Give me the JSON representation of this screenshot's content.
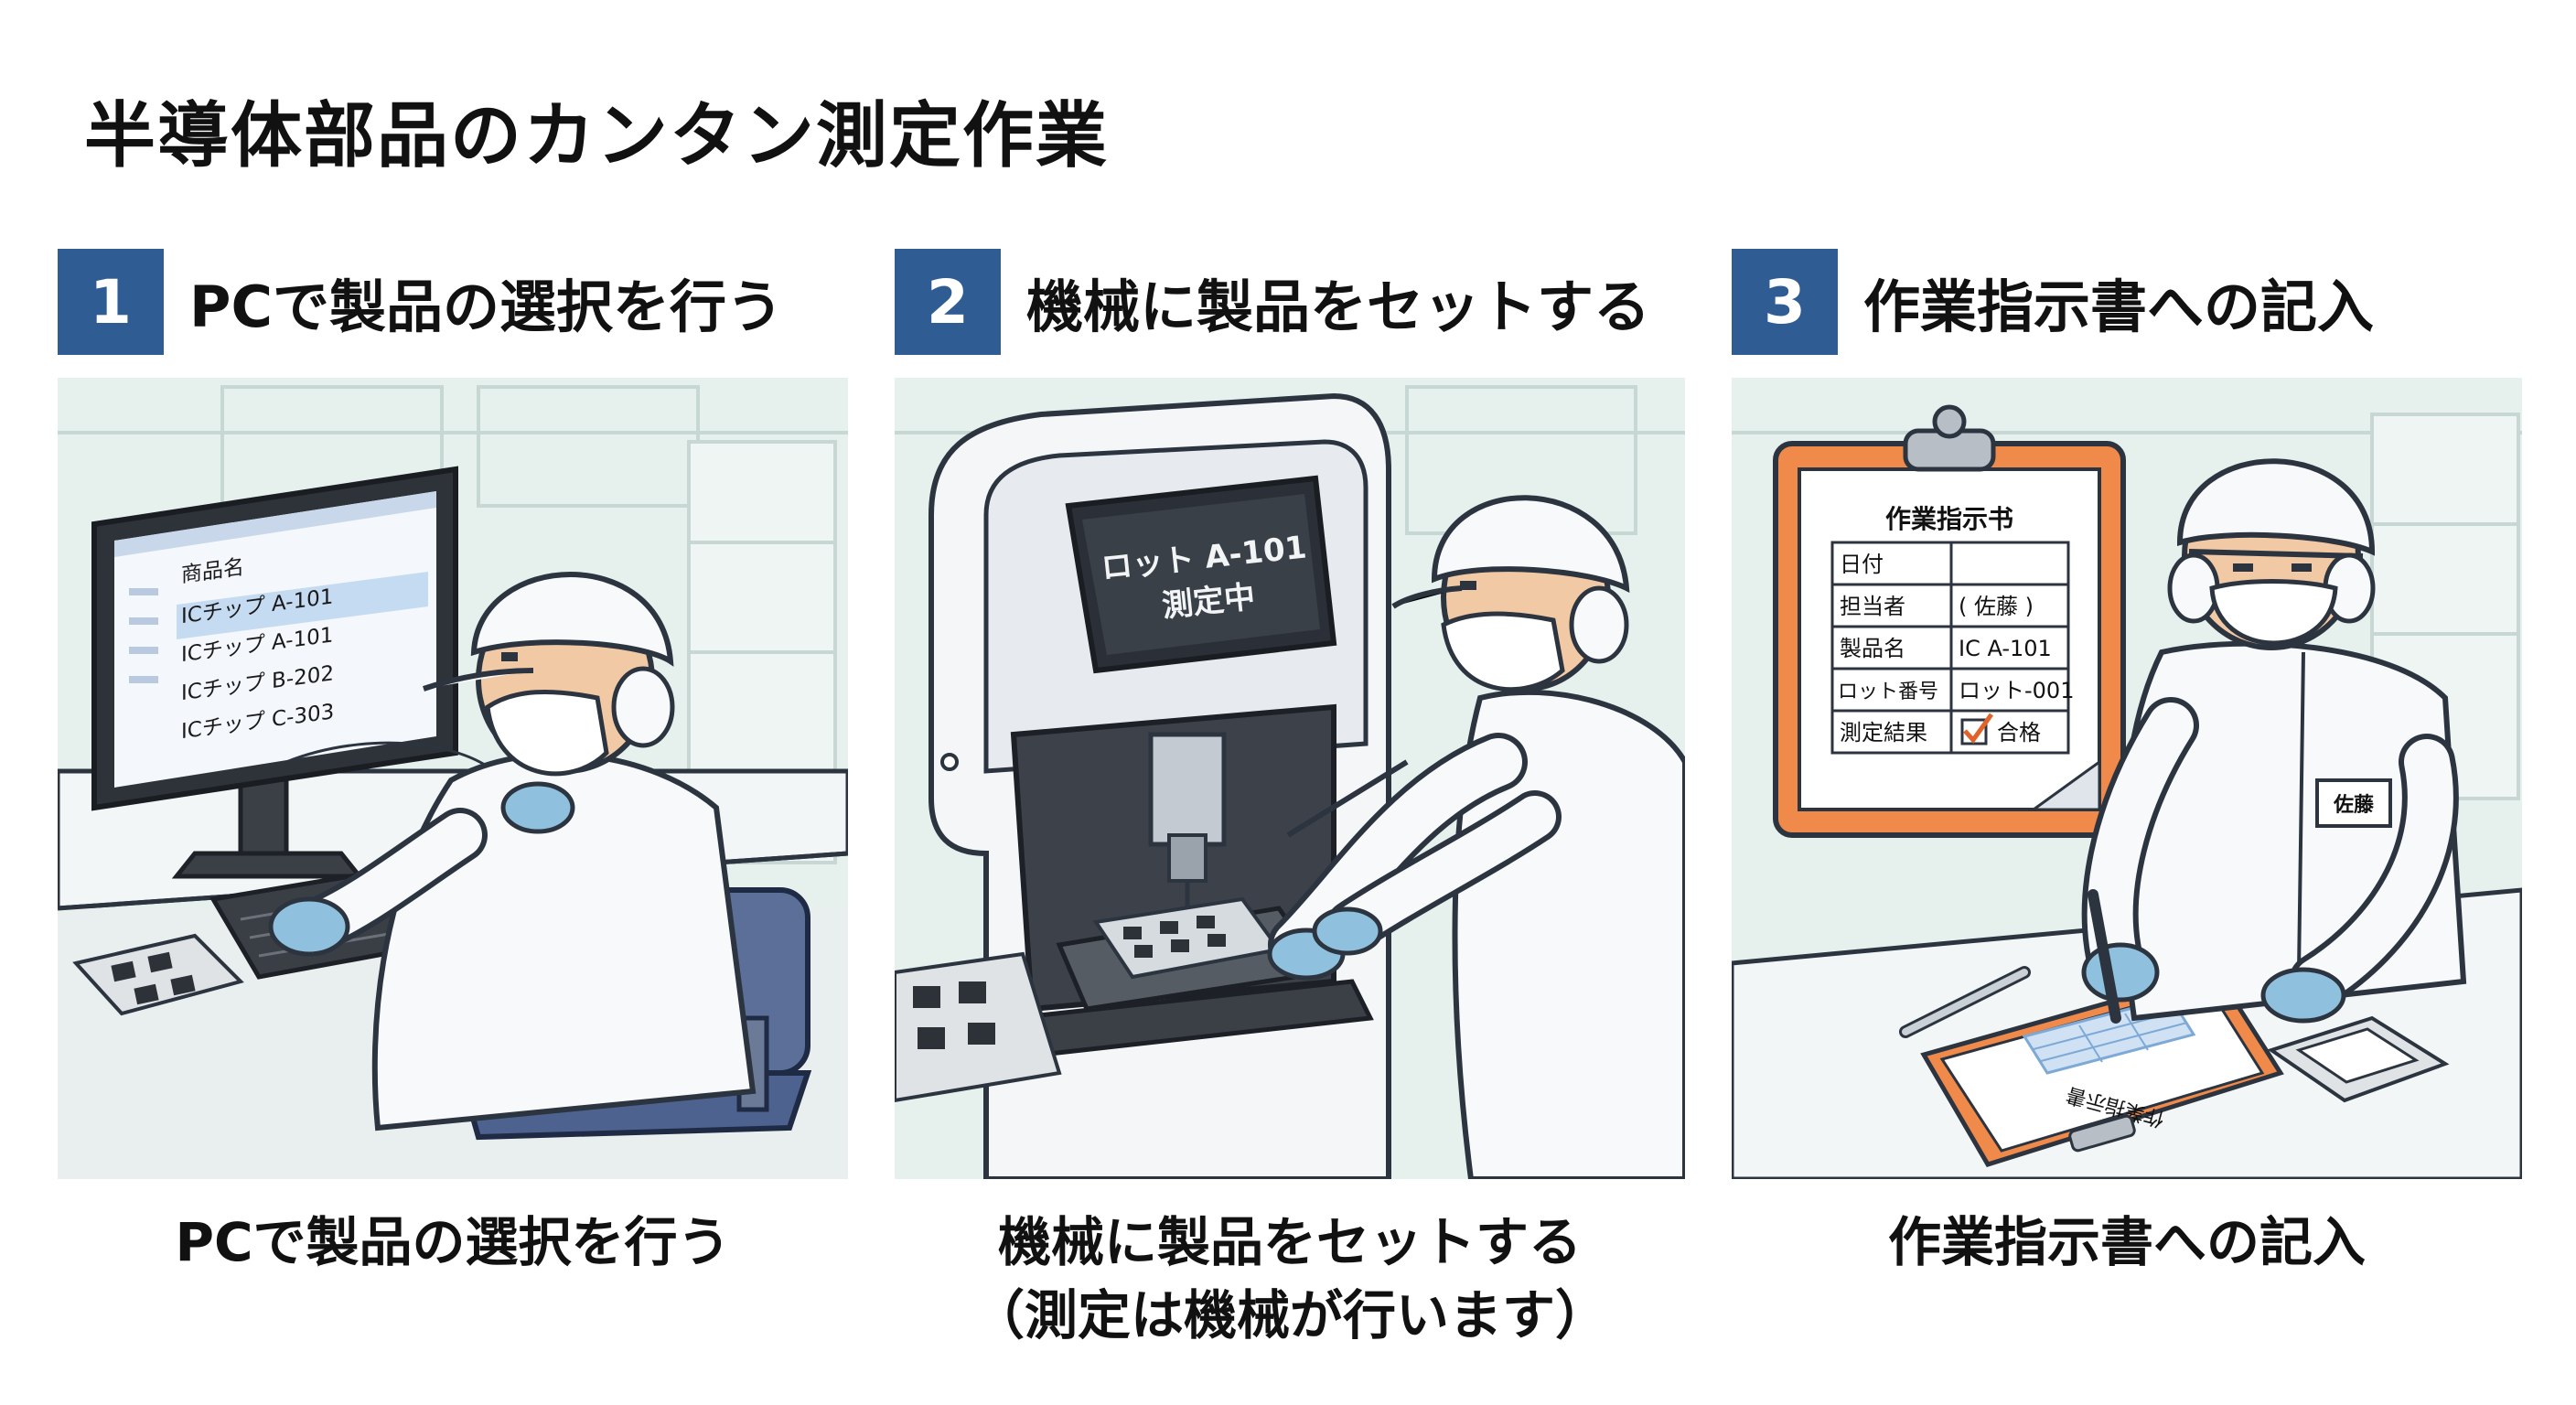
{
  "title": "半導体部品のカンタン測定作業",
  "colors": {
    "step_badge": "#2f5d93",
    "clipboard": "#f08a4b",
    "glove": "#8fc1de"
  },
  "steps": [
    {
      "number": "1",
      "title": "PCで製品の選択を行う",
      "caption": [
        "PCで製品の選択を行う"
      ],
      "monitor": {
        "header": "商品名",
        "items": [
          "ICチップ  A-101",
          "ICチップ  A-101",
          "ICチップ  B-202",
          "ICチップ  C-303"
        ]
      }
    },
    {
      "number": "2",
      "title": "機械に製品をセットする",
      "caption": [
        "機械に製品をセットする",
        "（測定は機械が行います）"
      ],
      "machine_screen": [
        "ロット A-101",
        "測定中"
      ]
    },
    {
      "number": "3",
      "title": "作業指示書への記入",
      "caption": [
        "作業指示書への記入"
      ],
      "worksheet": {
        "title": "作業指示书",
        "rows": [
          {
            "label": "日付",
            "value": ""
          },
          {
            "label": "担当者",
            "value": "(   佐藤   )"
          },
          {
            "label": "製品名",
            "value": "IC A-101"
          },
          {
            "label": "ロット番号",
            "value": "ロット-001"
          },
          {
            "label": "測定結果",
            "value": "合格"
          }
        ]
      },
      "name_tag": "佐藤",
      "desk_sheet_title": "作業指示書"
    }
  ]
}
